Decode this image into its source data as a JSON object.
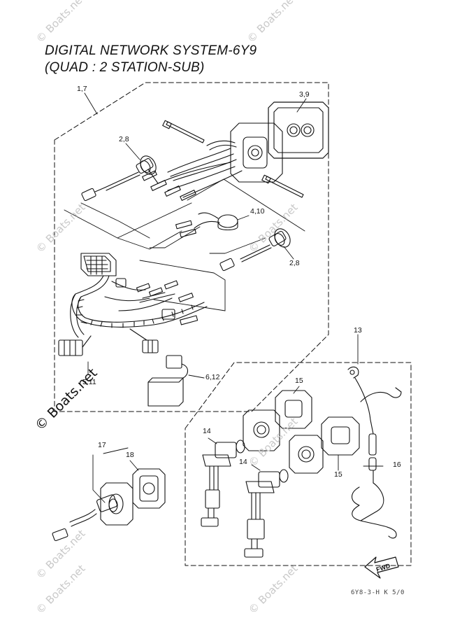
{
  "title": {
    "line1": "DIGITAL NETWORK SYSTEM-6Y9",
    "line2": "(QUAD : 2 STATION-SUB)"
  },
  "callouts": [
    {
      "id": "c17a",
      "text": "1,7"
    },
    {
      "id": "c39",
      "text": "3,9"
    },
    {
      "id": "c28a",
      "text": "2,8"
    },
    {
      "id": "c410",
      "text": "4,10"
    },
    {
      "id": "c28b",
      "text": "2,8"
    },
    {
      "id": "c13",
      "text": "13"
    },
    {
      "id": "c511",
      "text": "5,11"
    },
    {
      "id": "c612",
      "text": "6,12"
    },
    {
      "id": "c15a",
      "text": "15"
    },
    {
      "id": "c14a",
      "text": "14"
    },
    {
      "id": "c17b",
      "text": "17"
    },
    {
      "id": "c18",
      "text": "18"
    },
    {
      "id": "c14b",
      "text": "14"
    },
    {
      "id": "c16",
      "text": "16"
    },
    {
      "id": "c15b",
      "text": "15"
    }
  ],
  "watermark": {
    "text": "© Boats.net",
    "strong_text": "© Boats.net"
  },
  "fwd_label": "FWD",
  "diagram_code": "6Y8-3-H K 5/0",
  "colors": {
    "ink": "#111111",
    "watermark": "#c9c9c9",
    "background": "#ffffff"
  }
}
